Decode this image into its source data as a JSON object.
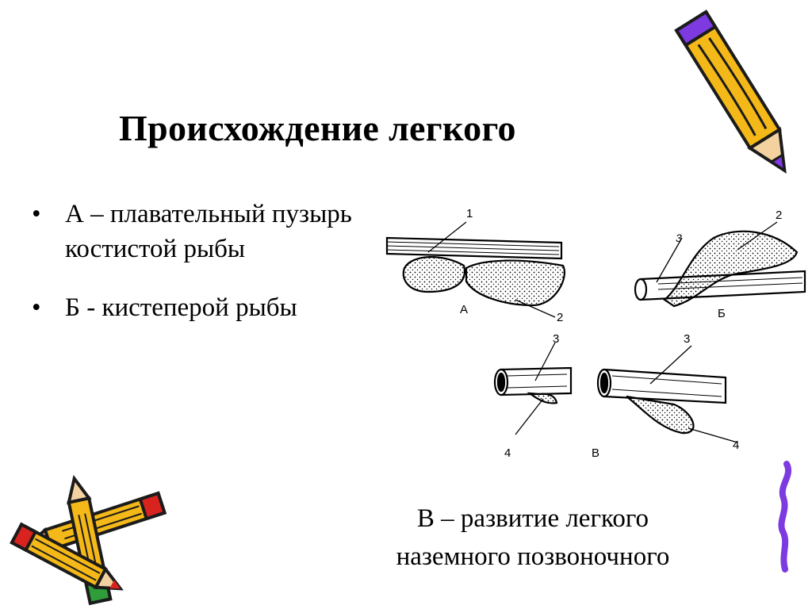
{
  "slide": {
    "title": "Происхождение легкого",
    "bullets": [
      {
        "marker": "•",
        "text": "А – плавательный пузырь костистой рыбы"
      },
      {
        "marker": "•",
        "text": "Б - кистеперой рыбы"
      }
    ],
    "caption": {
      "line1": "В – развитие легкого",
      "line2": "наземного позвоночного"
    }
  },
  "diagram": {
    "a": {
      "panel_label": "А",
      "num_1": "1",
      "num_2": "2"
    },
    "b": {
      "panel_label": "Б",
      "num_2": "2",
      "num_3": "3"
    },
    "v": {
      "panel_label": "В",
      "left_num_3": "3",
      "left_num_4": "4",
      "right_num_3": "3",
      "right_num_4": "4"
    }
  },
  "icons": [
    "pencil-top-right-icon",
    "crossed-pencils-icon",
    "purple-squiggle-icon"
  ],
  "colors": {
    "pencil_yellow": "#f4b818",
    "pencil_purple": "#7c3ae0",
    "pencil_red": "#d8231e",
    "pencil_green": "#2f9d3a"
  }
}
